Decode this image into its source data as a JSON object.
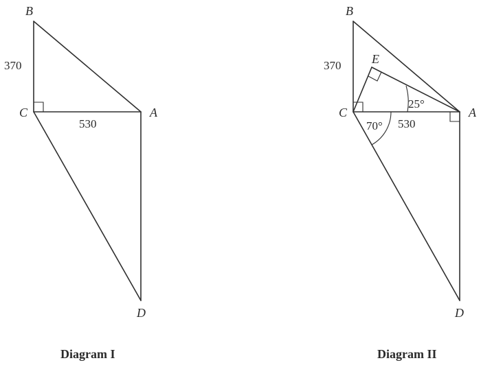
{
  "diagram1": {
    "caption": "Diagram I",
    "points": {
      "A": "A",
      "B": "B",
      "C": "C",
      "D": "D"
    },
    "lengths": {
      "BC": "370",
      "CA": "530"
    }
  },
  "diagram2": {
    "caption": "Diagram II",
    "points": {
      "A": "A",
      "B": "B",
      "C": "C",
      "D": "D",
      "E": "E"
    },
    "lengths": {
      "BC": "370",
      "CA": "530"
    },
    "angles": {
      "EAC": "25°",
      "ACD": "70°"
    }
  }
}
